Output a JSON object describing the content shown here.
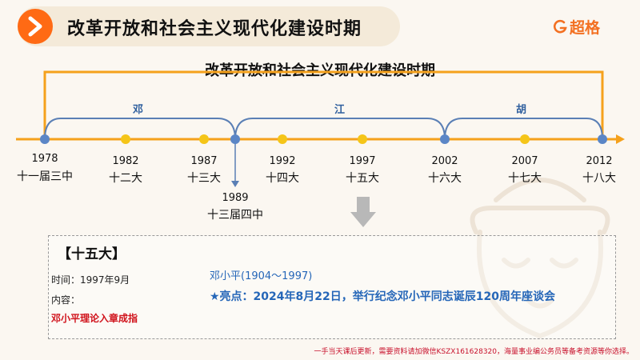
{
  "header": {
    "title": "改革开放和社会主义现代化建设时期"
  },
  "logo": {
    "text": "超格"
  },
  "timeline": {
    "title": "改革开放和社会主义现代化建设时期",
    "leaders": [
      "邓",
      "江",
      "胡"
    ],
    "points": [
      {
        "year": "1978",
        "event": "十一届三中"
      },
      {
        "year": "1982",
        "event": "十二大"
      },
      {
        "year": "1987",
        "event": "十三大"
      },
      {
        "year": "1992",
        "event": "十四大"
      },
      {
        "year": "1997",
        "event": "十五大"
      },
      {
        "year": "2002",
        "event": "十六大"
      },
      {
        "year": "2007",
        "event": "十七大"
      },
      {
        "year": "2012",
        "event": "十八大"
      }
    ],
    "below_point": {
      "year": "1989",
      "event": "十三届四中"
    }
  },
  "info": {
    "title": "【十五大】",
    "time": "时间：1997年9月",
    "content_label": "内容：",
    "content_red": "邓小平理论入章成指",
    "person": "邓小平(1904～1997)",
    "highlight": "★亮点：2024年8月22日，举行纪念邓小平同志诞辰120周年座谈会"
  },
  "footer": {
    "note": "一手当天课后更新，需要资料请加微信KSZX161628320，海量事业编公务员等备考资源等你选择。"
  },
  "colors": {
    "accent": "#ff6a14",
    "timeline": "#f5a11c",
    "node_yellow": "#f5c518",
    "node_blue": "#5b86c6",
    "brace": "#5a7fb5"
  }
}
